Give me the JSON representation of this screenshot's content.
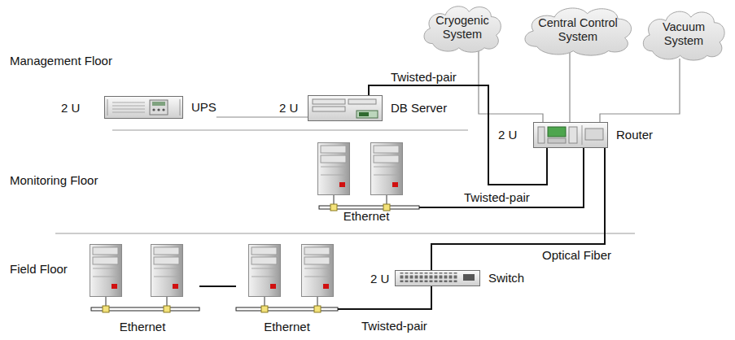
{
  "diagram": {
    "nodes": [
      {
        "text": [
          "Cryogenic System"
        ]
      },
      {
        "text": [
          "Central Control System"
        ]
      },
      {
        "text": [
          "Vacuum System"
        ]
      },
      {
        "text": [
          "UPS"
        ]
      },
      {
        "text": [
          "DB Server"
        ]
      },
      {
        "text": [
          "Router"
        ]
      },
      {
        "text": [
          "Ethernet"
        ]
      },
      {
        "text": [
          "Ethernet"
        ]
      },
      {
        "text": [
          "Ethernet"
        ]
      },
      {
        "text": [
          "Switch"
        ]
      }
    ],
    "edges": [
      {
        "from": 0,
        "to": 5,
        "arrow": "none"
      },
      {
        "from": 1,
        "to": 5,
        "arrow": "none"
      },
      {
        "from": 2,
        "to": 5,
        "arrow": "none"
      },
      {
        "from": 3,
        "to": 4,
        "arrow": "none"
      },
      {
        "from": 4,
        "to": 5,
        "label": "Twisted-pair",
        "arrow": "none"
      },
      {
        "from": 6,
        "to": 5,
        "label": "Twisted-pair",
        "arrow": "none"
      },
      {
        "from": 9,
        "to": 5,
        "label": "Optical Fiber",
        "arrow": "none"
      },
      {
        "from": 8,
        "to": 9,
        "label": "Twisted-pair",
        "arrow": "none"
      },
      {
        "from": 7,
        "to": 8,
        "arrow": "none"
      }
    ],
    "labels": [
      "Management Floor",
      "Monitoring Floor",
      "Field Floor",
      "2 U",
      "2 U",
      "2 U",
      "2 U"
    ]
  }
}
